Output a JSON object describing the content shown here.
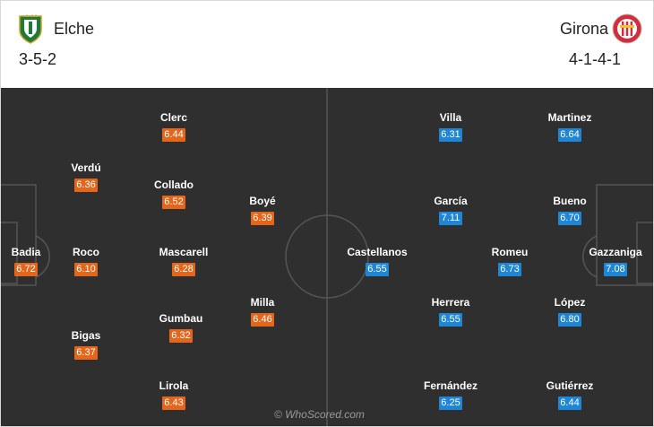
{
  "home": {
    "name": "Elche",
    "formation": "3-5-2",
    "crest_icon": "elche-crest-icon",
    "color": "#e5661a",
    "players": [
      {
        "name": "Badia",
        "rating": "6.72"
      },
      {
        "name": "Verdú",
        "rating": "6.36"
      },
      {
        "name": "Roco",
        "rating": "6.10"
      },
      {
        "name": "Bigas",
        "rating": "6.37"
      },
      {
        "name": "Clerc",
        "rating": "6.44"
      },
      {
        "name": "Collado",
        "rating": "6.52"
      },
      {
        "name": "Mascarell",
        "rating": "6.28"
      },
      {
        "name": "Gumbau",
        "rating": "6.32"
      },
      {
        "name": "Lirola",
        "rating": "6.43"
      },
      {
        "name": "Boyé",
        "rating": "6.39"
      },
      {
        "name": "Milla",
        "rating": "6.46"
      }
    ]
  },
  "away": {
    "name": "Girona",
    "formation": "4-1-4-1",
    "crest_icon": "girona-crest-icon",
    "color": "#1f86d6",
    "players": [
      {
        "name": "Gazzaniga",
        "rating": "7.08"
      },
      {
        "name": "Martinez",
        "rating": "6.64"
      },
      {
        "name": "Bueno",
        "rating": "6.70"
      },
      {
        "name": "López",
        "rating": "6.80"
      },
      {
        "name": "Gutiérrez",
        "rating": "6.44"
      },
      {
        "name": "Romeu",
        "rating": "6.73"
      },
      {
        "name": "Villa",
        "rating": "6.31"
      },
      {
        "name": "García",
        "rating": "7.11"
      },
      {
        "name": "Herrera",
        "rating": "6.55"
      },
      {
        "name": "Fernández",
        "rating": "6.25"
      },
      {
        "name": "Castellanos",
        "rating": "6.55"
      }
    ]
  },
  "pitch_color": "#2f2f2f",
  "watermark": "© WhoScored.com"
}
